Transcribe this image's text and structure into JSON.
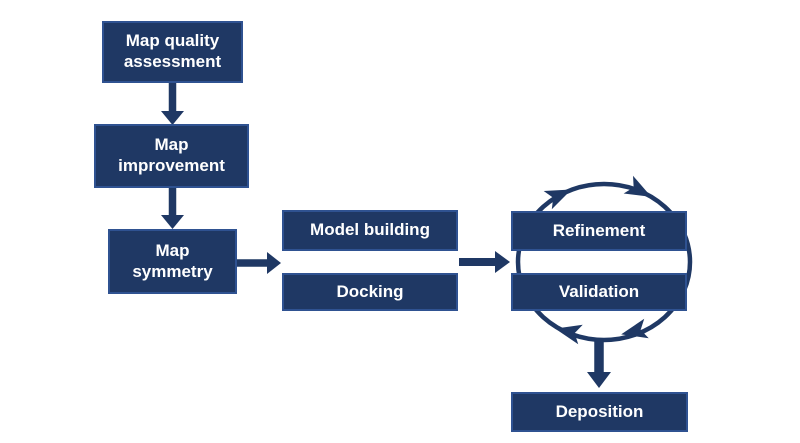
{
  "diagram": {
    "background": "#FFFFFF",
    "colors": {
      "box_fill": "#1F3864",
      "box_border": "#2F5291",
      "arrow": "#1F3864",
      "label_text": "#FFFFFF"
    },
    "nodes": {
      "map_quality": {
        "label": "Map quality\nassessment"
      },
      "map_improvement": {
        "label": "Map\nimprovement"
      },
      "map_symmetry": {
        "label": "Map\nsymmetry"
      },
      "model_building": {
        "label": "Model building"
      },
      "docking": {
        "label": "Docking"
      },
      "refinement": {
        "label": "Refinement"
      },
      "validation": {
        "label": "Validation"
      },
      "deposition": {
        "label": "Deposition"
      }
    },
    "edges": [
      {
        "from": "map_quality",
        "to": "map_improvement",
        "type": "arrow-down"
      },
      {
        "from": "map_improvement",
        "to": "map_symmetry",
        "type": "arrow-down"
      },
      {
        "from": "map_symmetry",
        "to": "model_building / docking",
        "type": "arrow-right"
      },
      {
        "from": "model_building / docking",
        "to": "refinement / validation",
        "type": "arrow-right"
      },
      {
        "from": "refinement",
        "to": "validation",
        "type": "cycle-clockwise"
      },
      {
        "from": "refinement / validation",
        "to": "deposition",
        "type": "arrow-down"
      }
    ]
  }
}
